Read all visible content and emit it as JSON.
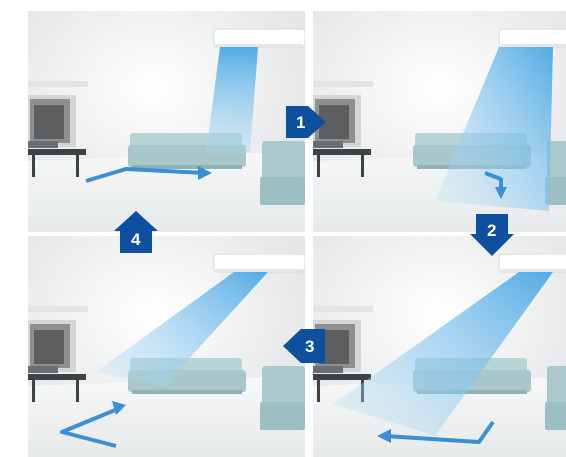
{
  "steps": [
    {
      "number": "1",
      "direction": "right"
    },
    {
      "number": "2",
      "direction": "down"
    },
    {
      "number": "3",
      "direction": "left"
    },
    {
      "number": "4",
      "direction": "up"
    }
  ],
  "colors": {
    "step_badge": "#0e4fa0",
    "airflow_arrow": "#3a8fd6",
    "airflow_beam": "#7cc3ee",
    "sofa": "#a9c9cd",
    "wall": "#eeeeee",
    "floor": "#f2f3f3"
  }
}
